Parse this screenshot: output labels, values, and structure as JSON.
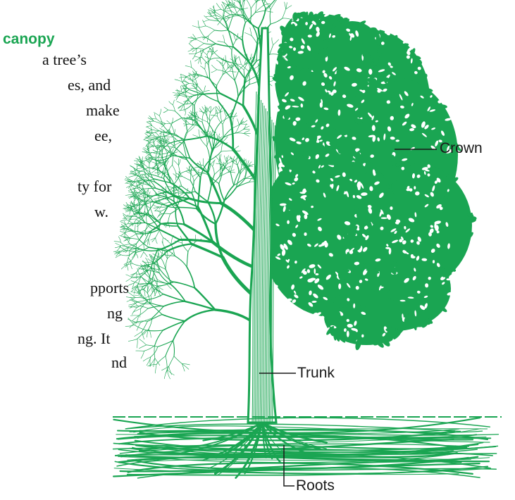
{
  "text_column": {
    "heading": "canopy",
    "lines": [
      "a tree’s",
      "es, and",
      "make",
      "ee,",
      "",
      "ty for",
      "w.",
      "",
      "",
      "pports",
      "ng",
      "ng. It",
      "nd"
    ]
  },
  "labels": {
    "crown": "Crown",
    "trunk": "Trunk",
    "roots": "Roots"
  },
  "colors": {
    "tree_green": "#1aa552",
    "text": "#111111"
  }
}
